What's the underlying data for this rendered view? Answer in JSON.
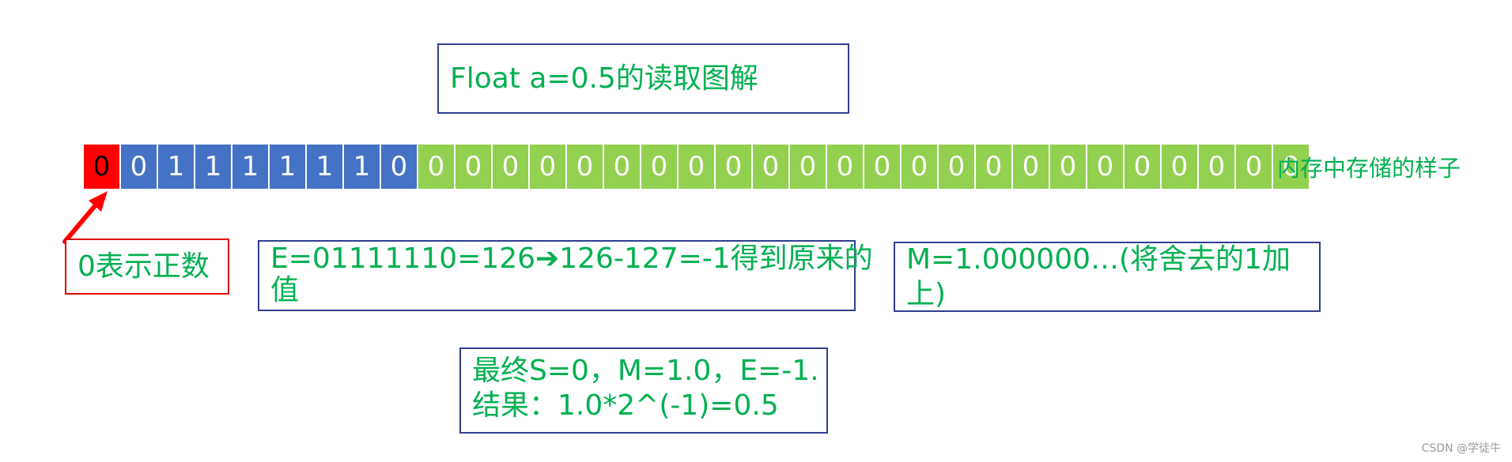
{
  "title": "Float a=0.5的读取图解",
  "memory_label": "内存中存储的样子",
  "bits": {
    "sign": [
      "0"
    ],
    "exponent": [
      "0",
      "1",
      "1",
      "1",
      "1",
      "1",
      "1",
      "0"
    ],
    "mantissa": [
      "0",
      "0",
      "0",
      "0",
      "0",
      "0",
      "0",
      "0",
      "0",
      "0",
      "0",
      "0",
      "0",
      "0",
      "0",
      "0",
      "0",
      "0",
      "0",
      "0",
      "0",
      "0",
      "0",
      "0"
    ]
  },
  "sign_note": "0表示正数",
  "exponent_note": {
    "line1": "E=01111110=126➔126-127=-1得到原来的",
    "line2": "值"
  },
  "mantissa_note": "M=1.000000…(将舍去的1加上)",
  "result": {
    "line1": "最终S=0，M=1.0，E=-1.",
    "line2": "结果：1.0*2^(-1)=0.5"
  },
  "watermark": "CSDN @学徒牛",
  "colors": {
    "sign_bit": "#ff0000",
    "exponent_bits": "#4472c4",
    "mantissa_bits": "#92d050",
    "text": "#00b050",
    "box_border": "#2f3f8f",
    "sign_box_border": "#e00000"
  }
}
